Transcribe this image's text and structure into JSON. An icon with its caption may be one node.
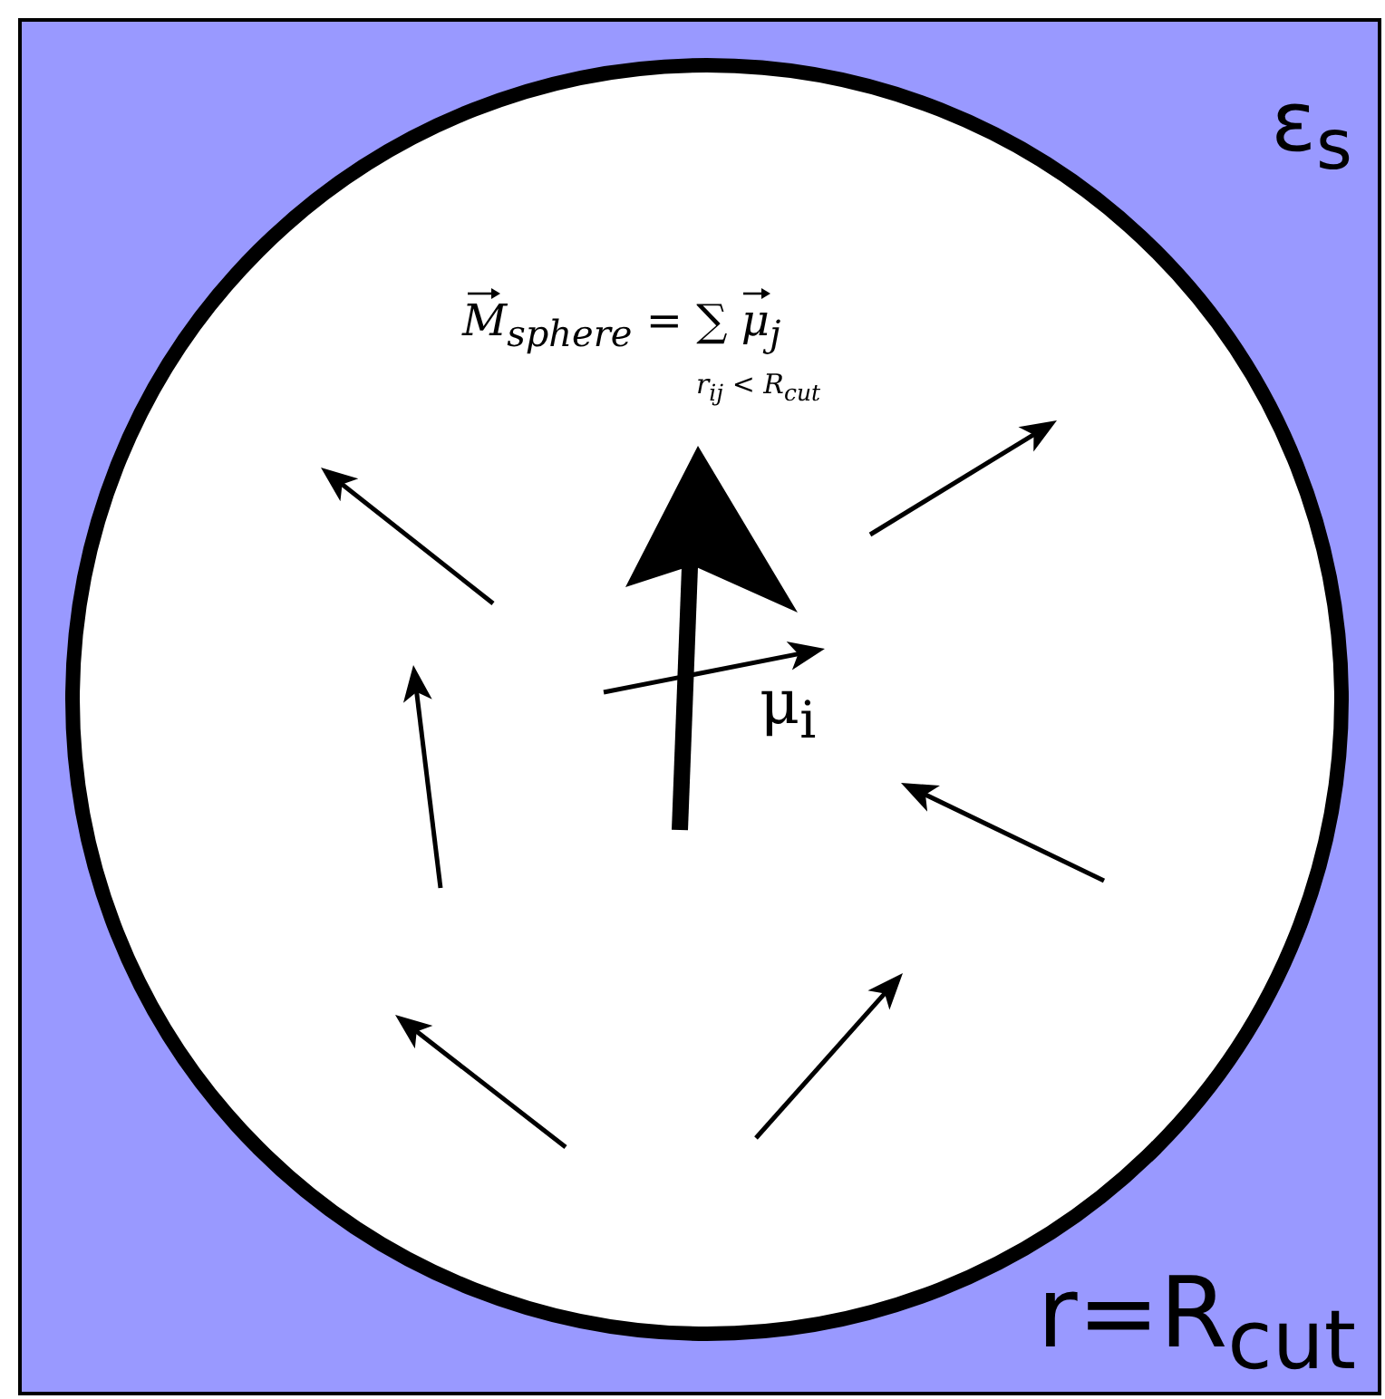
{
  "diagram": {
    "nodes": [
      {
        "text": [],
        "shape": "box"
      },
      {
        "text": [
          "M$_{sphere}$ = ∑ μ$_{j}$",
          "r$_{ij}$ < R$_{cut}$",
          "μ$_{i}$"
        ],
        "in": 0
      }
    ],
    "labels": [
      "ε$_{s}$",
      "r=R$_{cut}$"
    ]
  }
}
